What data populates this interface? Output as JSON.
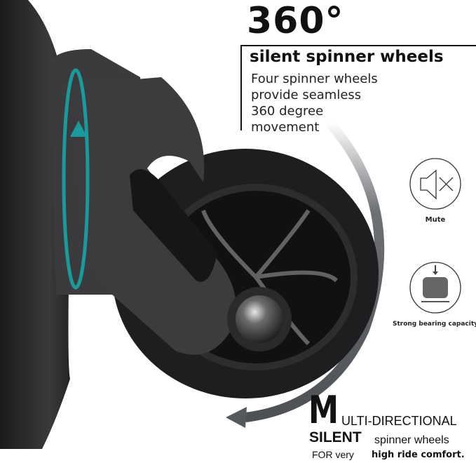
{
  "headline": {
    "degrees": "360°",
    "subtitle": "silent spinner wheels"
  },
  "description": [
    "Four spinner wheels",
    "provide seamless",
    "360 degree",
    "movement"
  ],
  "features": [
    {
      "icon": "mute-speaker-icon",
      "label": "Mute"
    },
    {
      "icon": "bearing-weight-icon",
      "label": "Strong bearing capacity"
    }
  ],
  "tagline": {
    "big_letter": "M",
    "line1": "ULTI-DIRECTIONAL",
    "silent": "SILENT",
    "line2": "spinner wheels",
    "for_very": "FOR very",
    "comfort": "high ride comfort."
  },
  "colors": {
    "accent_teal": "#1a9a9a",
    "wheel_dark": "#2a2a2c",
    "arrow_gray": "#55585c"
  }
}
